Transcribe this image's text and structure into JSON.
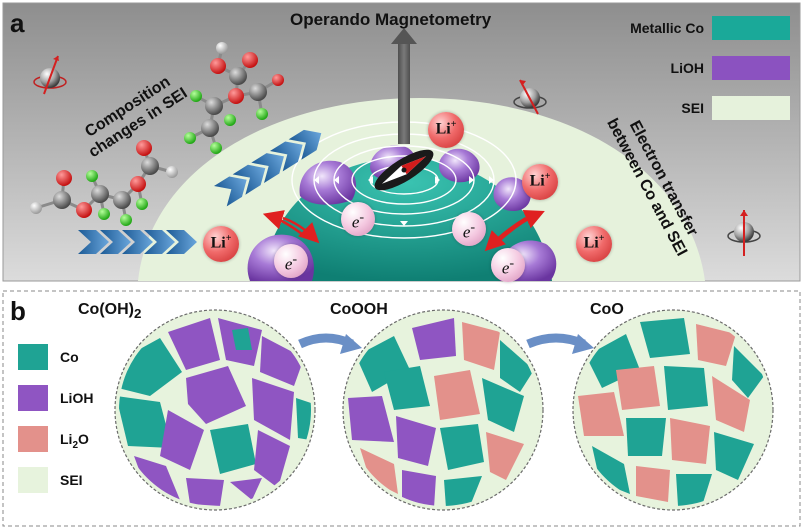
{
  "panel_a": {
    "letter": "a",
    "title": "Operando Magnetometry",
    "composition_text": [
      "Composition",
      "changes in SEI"
    ],
    "transfer_text": [
      "Electron transfer",
      "between Co and SEI"
    ],
    "li_ion": "Li",
    "li_charge": "+",
    "electron": "e",
    "electron_charge": "-",
    "legend": [
      {
        "label": "Metallic Co",
        "color": "#1aa999"
      },
      {
        "label": "LiOH",
        "color": "#8b52c0"
      },
      {
        "label": "SEI",
        "color": "#e6f2dc"
      }
    ]
  },
  "panel_b": {
    "letter": "b",
    "phases": [
      {
        "formula": "Co(OH)",
        "subscript": "2",
        "suffix": ""
      },
      {
        "formula": "CoOOH",
        "subscript": "",
        "suffix": ""
      },
      {
        "formula": "CoO",
        "subscript": "",
        "suffix": ""
      }
    ],
    "legend": [
      {
        "label": "Co",
        "prefix": "Co",
        "sub": "",
        "suffix": "",
        "color": "#1fa394"
      },
      {
        "label": "LiOH",
        "prefix": "LiOH",
        "sub": "",
        "suffix": "",
        "color": "#8f55c2"
      },
      {
        "label": "Li2O",
        "prefix": "Li",
        "sub": "2",
        "suffix": "O",
        "color": "#e3918b"
      },
      {
        "label": "SEI",
        "prefix": "SEI",
        "sub": "",
        "suffix": "",
        "color": "#e7f3dd"
      }
    ]
  }
}
